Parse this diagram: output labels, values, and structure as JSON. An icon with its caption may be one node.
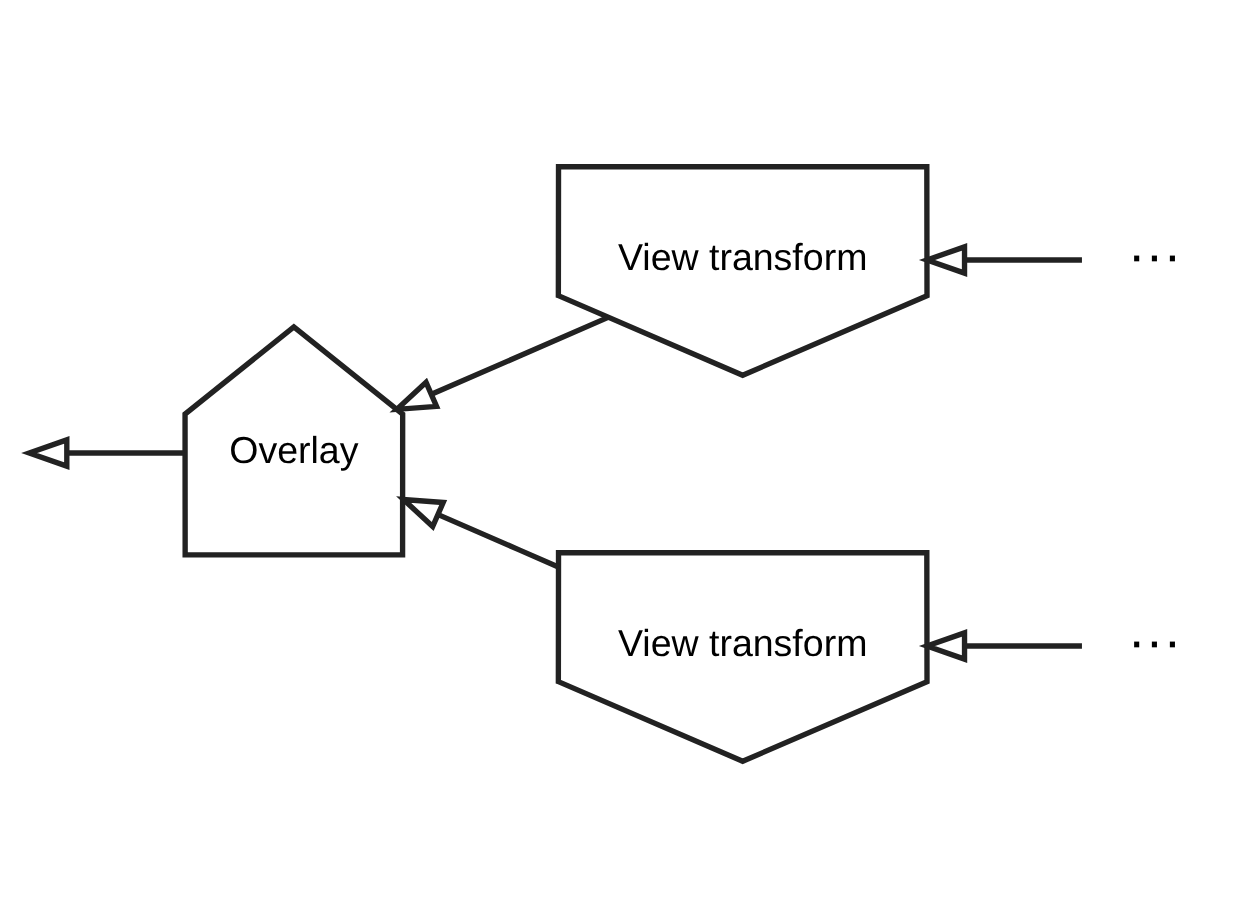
{
  "diagram": {
    "nodes": [
      {
        "text": [
          "View transform"
        ]
      },
      {
        "text": [
          "···"
        ]
      },
      {
        "text": [
          "Overlay"
        ]
      },
      {
        "text": [
          "View transform"
        ]
      },
      {
        "text": [
          "···"
        ]
      }
    ],
    "edges": [
      {
        "from": 1,
        "to": 0,
        "arrow": "to"
      },
      {
        "from": 4,
        "to": 3,
        "arrow": "to"
      },
      {
        "from": 0,
        "to": 2,
        "arrow": "to"
      },
      {
        "from": 3,
        "to": 2,
        "arrow": "to"
      },
      {
        "from": 2,
        "to": null,
        "arrow": "to"
      }
    ]
  }
}
